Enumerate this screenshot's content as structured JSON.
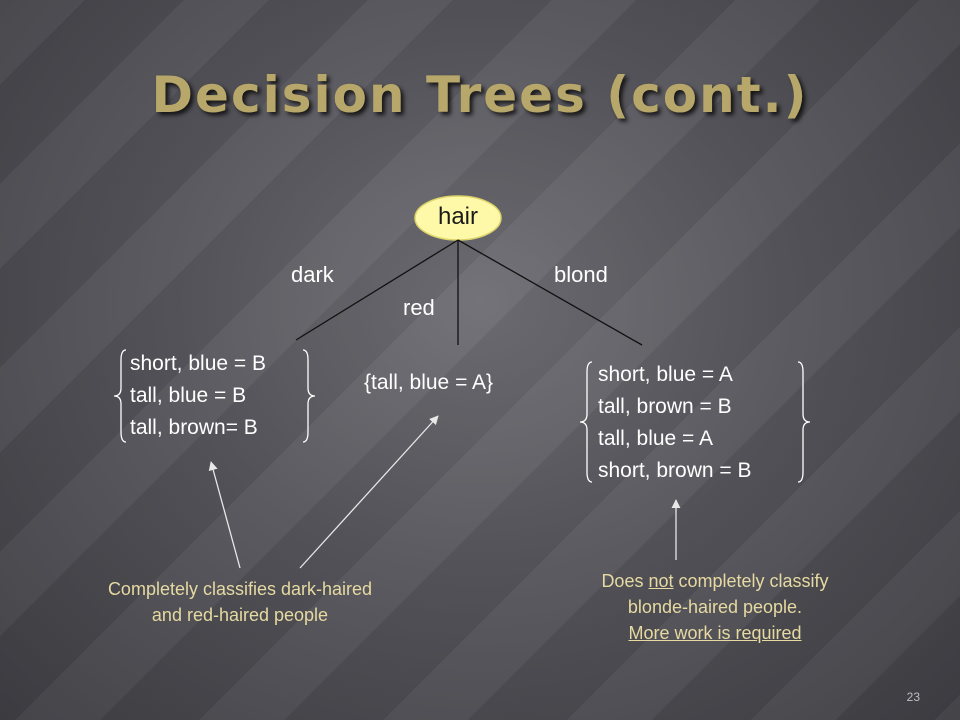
{
  "slide": {
    "title": "Decision Trees (cont.)",
    "page_number": "23"
  },
  "tree": {
    "root": "hair",
    "edges": [
      "dark",
      "red",
      "blond"
    ],
    "left_leaf": [
      "short, blue = B",
      "tall, blue = B",
      "tall, brown= B"
    ],
    "middle_leaf": "{tall, blue = A}",
    "right_leaf": [
      "short, blue = A",
      "tall, brown = B",
      "tall, blue = A",
      "short, brown = B"
    ]
  },
  "notes": {
    "left": {
      "line1": "Completely classifies dark-haired",
      "line2": "and red-haired people"
    },
    "right": {
      "line1_before": "Does ",
      "line1_emphasis": "not",
      "line1_after": " completely classify",
      "line2": "blonde-haired people.",
      "line3": "More work is required"
    }
  },
  "colors": {
    "title": "#b8a76a",
    "root_node_fill": "#fef9a8",
    "root_node_stroke": "#dcd36a",
    "note_text": "#e6d9a2",
    "tree_lines": "#111111"
  }
}
